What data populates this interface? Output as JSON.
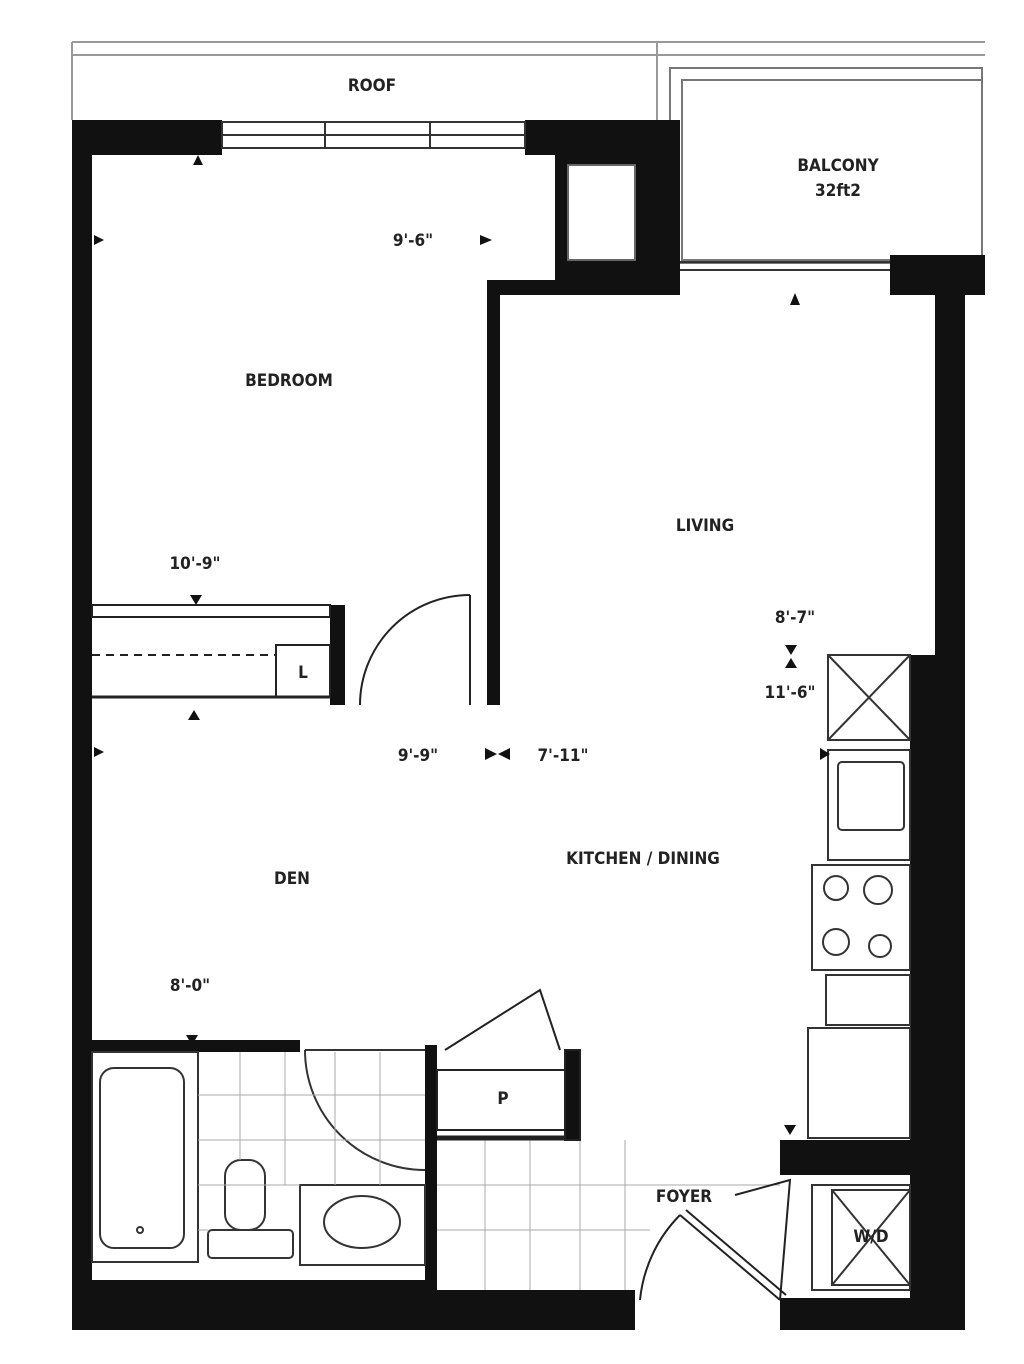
{
  "plan": {
    "roof": "ROOF",
    "balcony": {
      "name": "BALCONY",
      "area": "32ft2"
    },
    "rooms": {
      "bedroom": "BEDROOM",
      "living": "LIVING",
      "den": "DEN",
      "kitchen_dining": "KITCHEN / DINING",
      "foyer": "FOYER",
      "pantry": "P",
      "linen": "L",
      "washer_dryer": "W/D"
    },
    "dimensions": {
      "bedroom_width": "9'-6\"",
      "bedroom_length": "10'-9\"",
      "living_width": "8'-7\"",
      "living_length": "11'-6\"",
      "den_width": "9'-9\"",
      "kitchen_width": "7'-11\"",
      "den_length": "8'-0\""
    }
  }
}
